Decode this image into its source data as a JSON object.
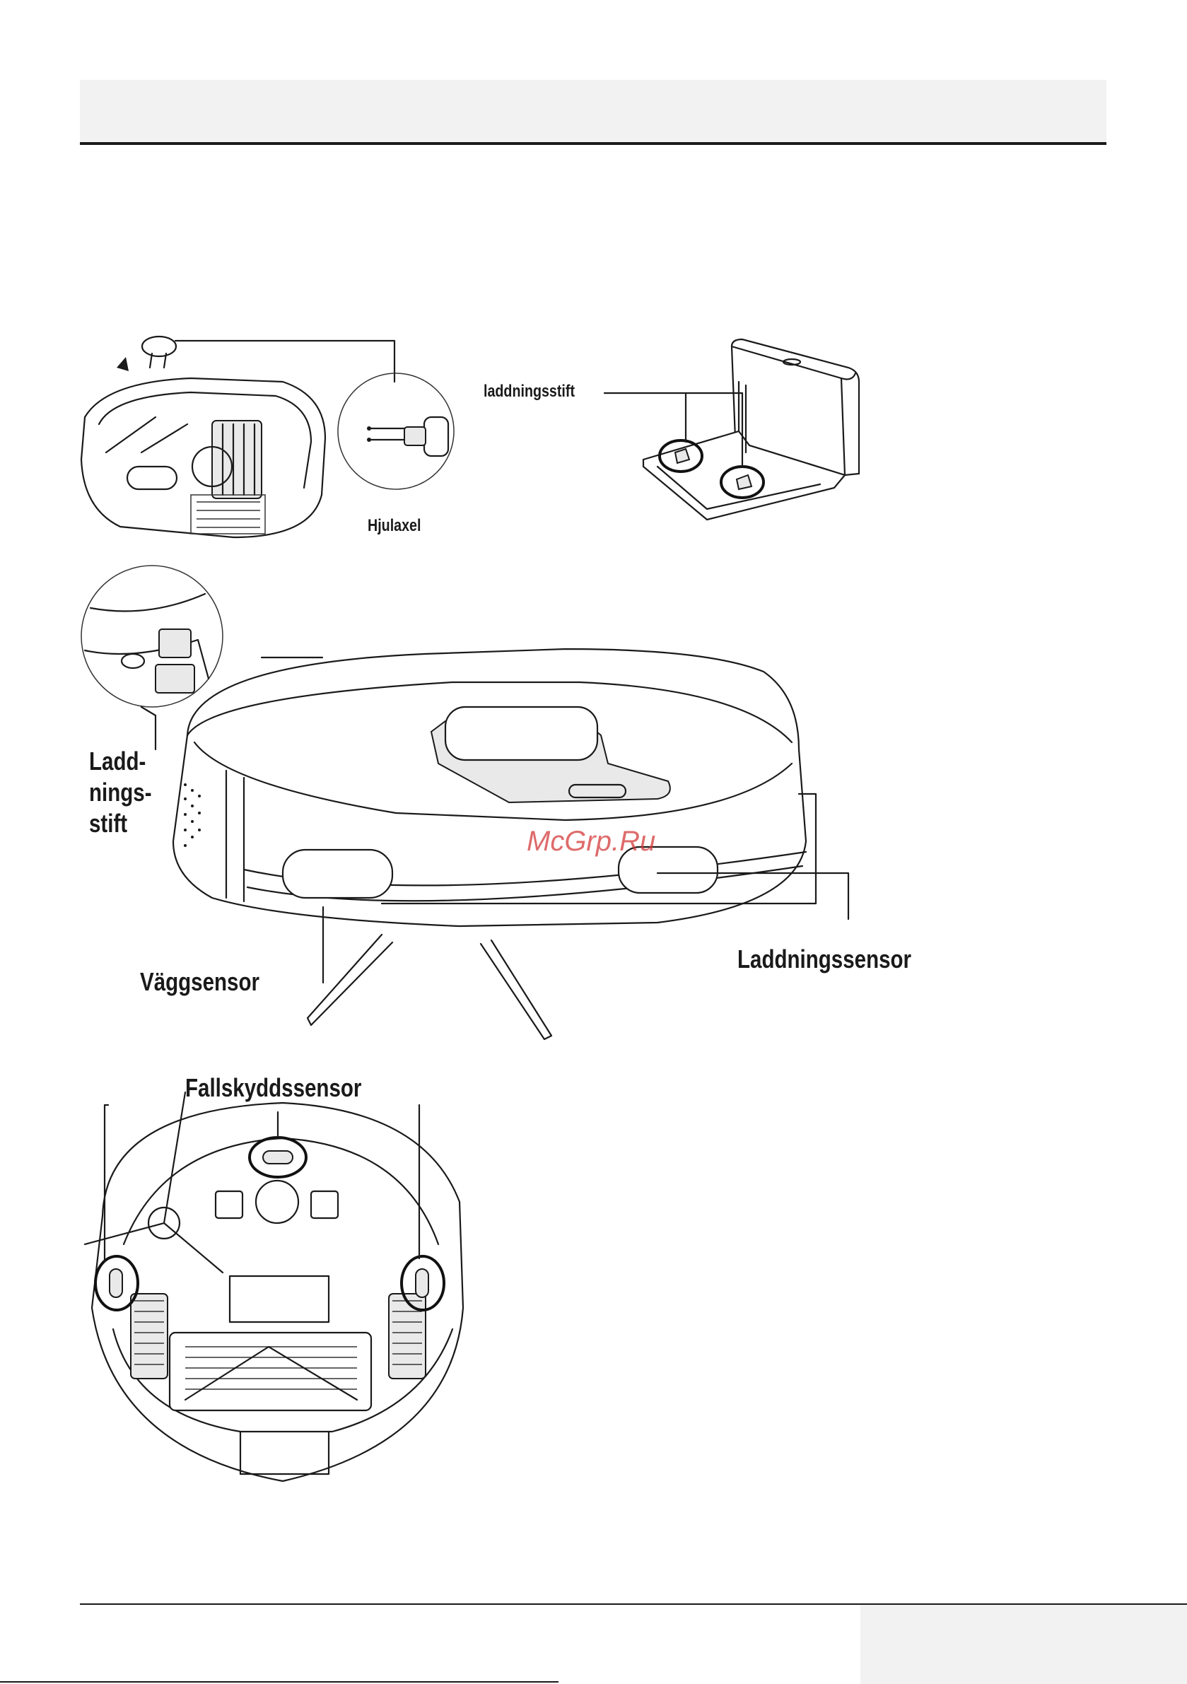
{
  "header": {
    "title": ""
  },
  "labels": {
    "charging_pins_dock": "laddningsstift",
    "wheel_axle": "Hjulaxel",
    "charging_pins_robot_line1": "Ladd-",
    "charging_pins_robot_line2": "nings-",
    "charging_pins_robot_line3": "stift",
    "wall_sensor": "Väggsensor",
    "charging_sensor": "Laddningssensor",
    "cliff_sensor": "Fallskyddssensor"
  },
  "watermark": "McGrp.Ru",
  "colors": {
    "ink": "#1a1a1a",
    "band": "#f2f2f2",
    "watermark": "#d43a3a"
  }
}
